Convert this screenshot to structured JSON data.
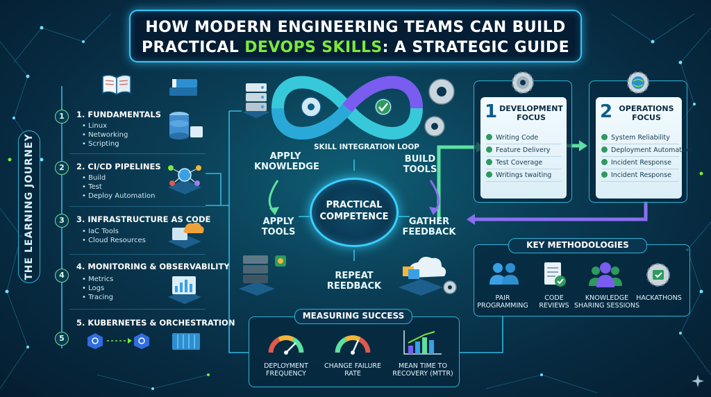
{
  "title": {
    "line1": "HOW MODERN ENGINEERING TEAMS CAN BUILD",
    "line2_before": "PRACTICAL ",
    "line2_accent": "DEVOPS SKILLS",
    "line2_after": ": A STRATEGIC GUIDE"
  },
  "journey": {
    "label": "THE LEARNING JOURNEY",
    "steps": [
      {
        "num": "1",
        "title": "1. FUNDAMENTALS",
        "items": [
          "Linux",
          "Networking",
          "Scripting"
        ]
      },
      {
        "num": "2",
        "title": "2. CI/CD PIPELINES",
        "items": [
          "Build",
          "Test",
          "Deploy Automation"
        ]
      },
      {
        "num": "3",
        "title": "3. INFRASTRUCTURE AS CODE",
        "items": [
          "IaC Tools",
          "Cloud Resources"
        ]
      },
      {
        "num": "4",
        "title": "4. MONITORING & OBSERVABILITY",
        "items": [
          "Metrics",
          "Logs",
          "Tracing"
        ]
      },
      {
        "num": "5",
        "title": "5. KUBERNETES & ORCHESTRATION",
        "items": []
      }
    ]
  },
  "loop": {
    "label": "SKILL INTEGRATION LOOP",
    "hub": [
      "PRACTICAL",
      "COMPETENCE"
    ],
    "stages": {
      "apply_knowledge": [
        "APPLY",
        "KNOWLEDGE"
      ],
      "build_tools": [
        "BUILD",
        "TOOLS"
      ],
      "apply_tools": [
        "APPLY",
        "TOOLS"
      ],
      "gather_feedback": [
        "GATHER",
        "FEEDBACK"
      ],
      "repeat_feedback": [
        "REPEAT",
        "REEDBACK"
      ]
    }
  },
  "development": {
    "num": "1",
    "title": [
      "DEVELOPMENT",
      "FOCUS"
    ],
    "items": [
      "Writing Code",
      "Feature Delivery",
      "Test Coverage",
      "Writings twaiting"
    ]
  },
  "operations": {
    "num": "2",
    "title": [
      "OPERATIONS",
      "FOCUS"
    ],
    "items": [
      "System Reliability",
      "Deployment Automation",
      "Incident Response",
      "Incident Response"
    ]
  },
  "methodologies": {
    "title": "KEY METHODOLOGIES",
    "items": [
      {
        "icon": "pair-programming-icon",
        "label": [
          "PAIR",
          "PROGRAMMING"
        ]
      },
      {
        "icon": "code-review-icon",
        "label": [
          "CODE",
          "REVIEWS"
        ]
      },
      {
        "icon": "knowledge-sharing-icon",
        "label": [
          "KNOWLEDGE",
          "SHARING SESSIONS"
        ]
      },
      {
        "icon": "hackathon-icon",
        "label": [
          "HACKATHONS",
          ""
        ]
      }
    ]
  },
  "measuring": {
    "title": "MEASURING SUCCESS",
    "metrics": [
      {
        "icon": "gauge-icon",
        "label": [
          "DEPLOYMENT",
          "FREQUENCY"
        ]
      },
      {
        "icon": "gauge-icon",
        "label": [
          "CHANGE FAILURE",
          "RATE"
        ]
      },
      {
        "icon": "bar-chart-icon",
        "label": [
          "MEAN TIME TO",
          "RECOVERY (MTTR)"
        ]
      }
    ]
  },
  "colors": {
    "accent": "#36c8ff",
    "highlight": "#7bea3c",
    "background": "#0a3d55"
  }
}
